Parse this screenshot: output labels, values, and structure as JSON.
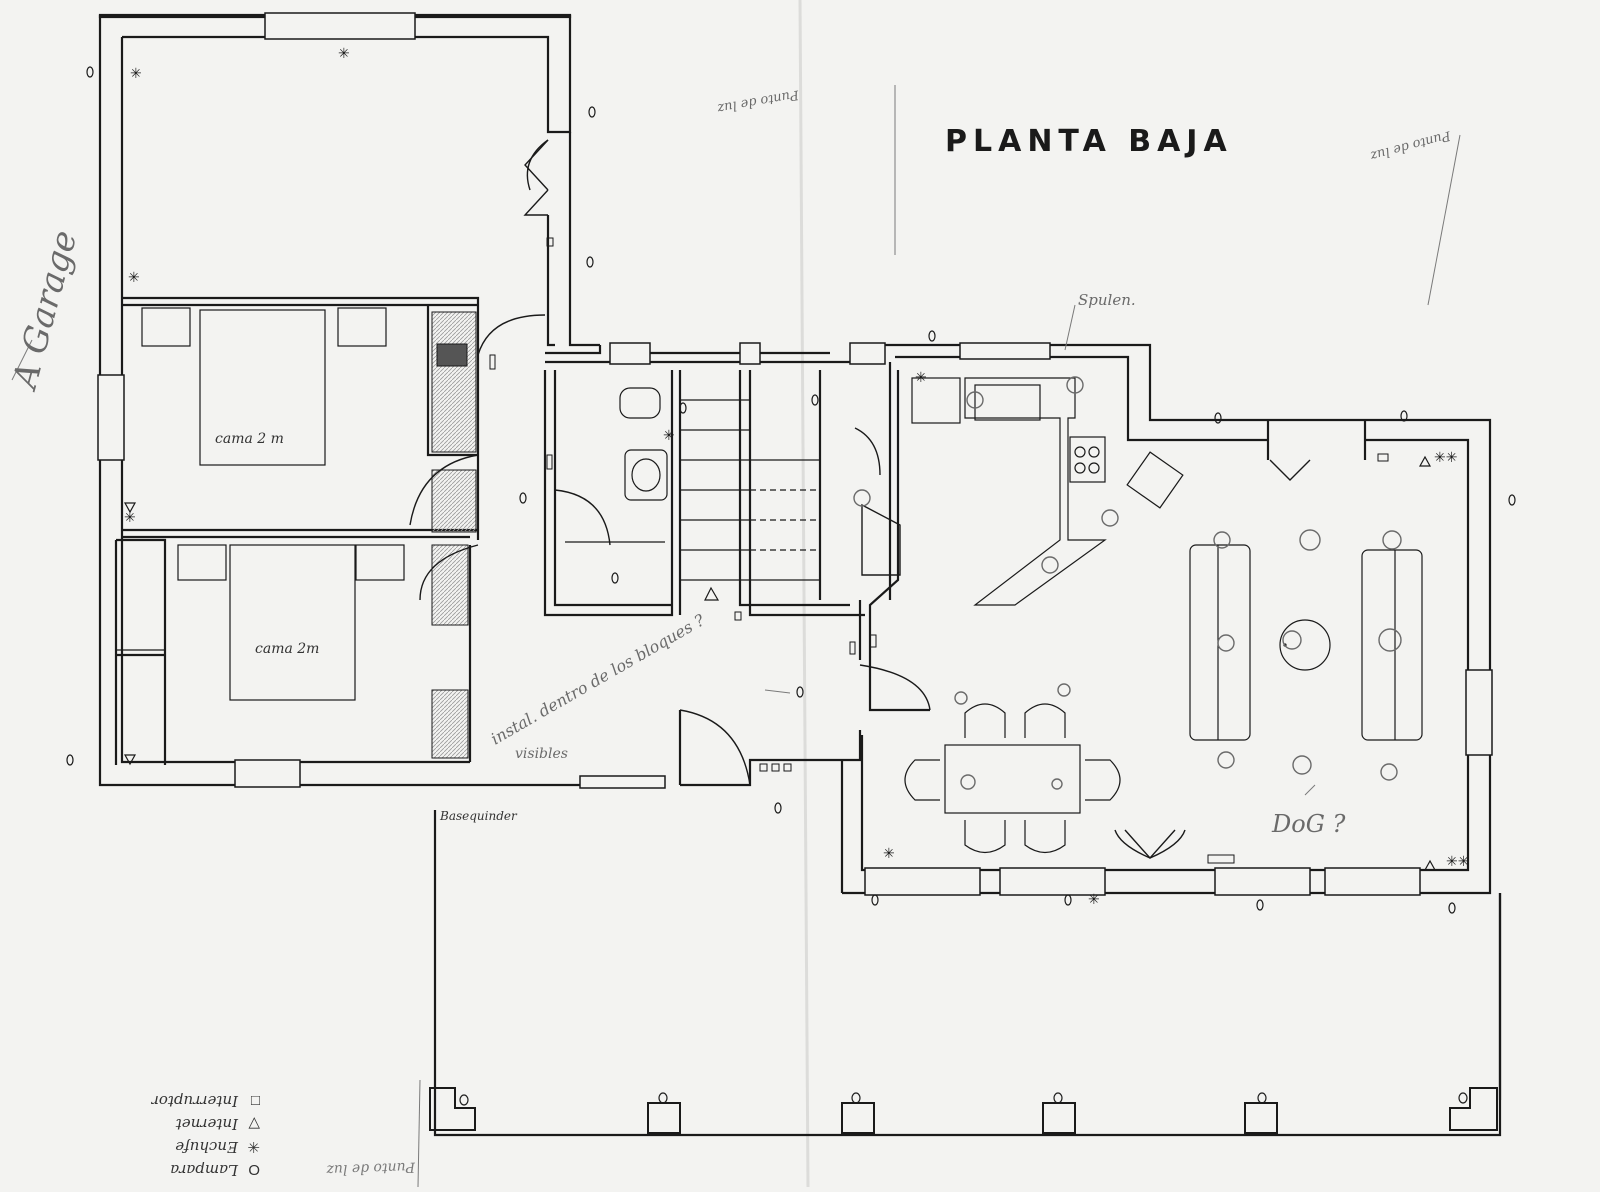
{
  "title": "PLANTA BAJA",
  "rooms": {
    "bed_1": "cama 2 m",
    "bed_2": "cama 2m"
  },
  "notes": {
    "garage": "A Garage",
    "punto_luz_top": "Punto de luz",
    "punto_luz_right": "Punto de luz",
    "spulen": "Spulen.",
    "inst_bloques": "instal. dentro de los bloques ?",
    "visibles": "visibles",
    "basequinder": "Basequinder",
    "dog": "DoG ?",
    "punto_luz_bottom": "Punto de luz"
  },
  "legend": [
    {
      "symbol": "O",
      "label": "Lampara"
    },
    {
      "symbol": "✳",
      "label": "Enchufe"
    },
    {
      "symbol": "▽",
      "label": "Internet"
    },
    {
      "symbol": "□",
      "label": "Interruptor"
    }
  ],
  "colors": {
    "paper": "#f3f3f1",
    "ink": "#1a1a1a",
    "pencil": "#6a6a6a",
    "hatch": "#9a9a9a"
  }
}
